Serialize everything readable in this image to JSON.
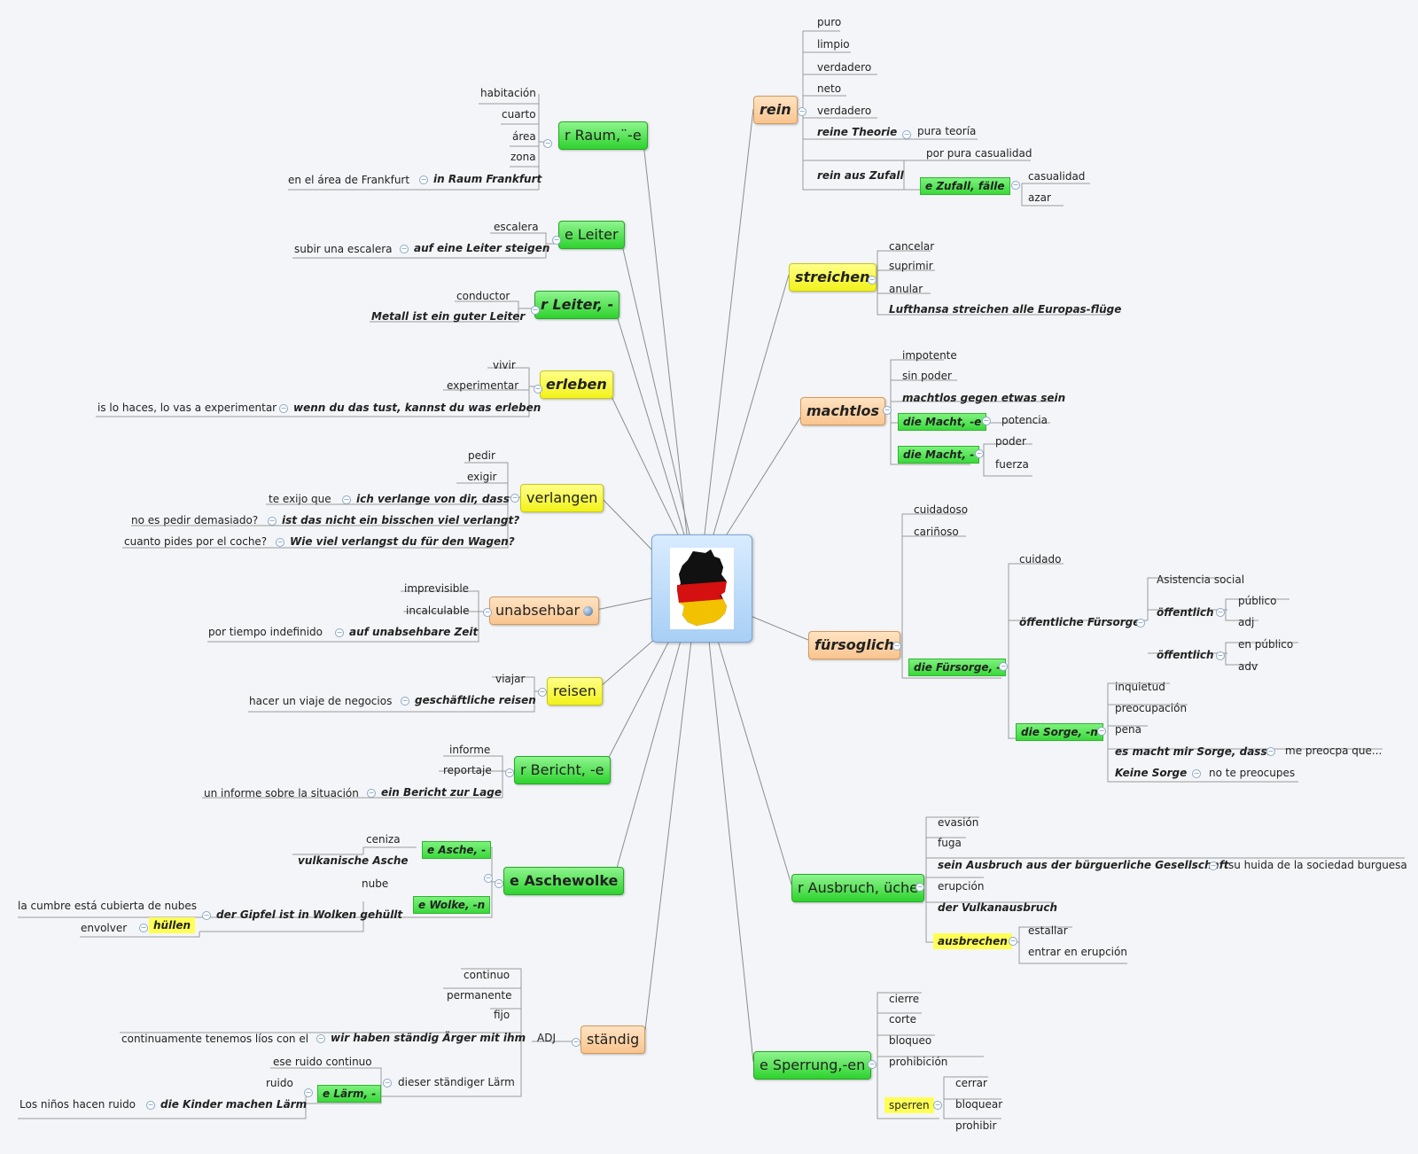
{
  "center": {
    "image": "germany-flag-map-icon"
  },
  "topics": {
    "raum": "r Raum,¨-e",
    "leiter_e": "e Leiter",
    "leiter_r": "r Leiter, -",
    "erleben": "erleben",
    "verlangen": "verlangen",
    "unabsehbar": "unabsehbar",
    "reisen": "reisen",
    "bericht": "r Bericht, -e",
    "aschewolke": "e Aschewolke",
    "staendig": "ständig",
    "rein": "rein",
    "streichen": "streichen",
    "machtlos": "machtlos",
    "fuersoglich": "fürsoglich",
    "ausbruch": "r Ausbruch, üche",
    "sperrung": "e Sperrung,-en"
  },
  "labels": {
    "raum_1": "habitación",
    "raum_2": "cuarto",
    "raum_3": "área",
    "raum_4": "zona",
    "raum_5": "in Raum Frankfurt",
    "raum_5a": "en el área de Frankfurt",
    "leiter_e_1": "escalera",
    "leiter_e_2": "auf eine Leiter steigen",
    "leiter_e_2a": "subir una escalera",
    "leiter_r_1": "conductor",
    "leiter_r_2": "Metall ist ein guter Leiter",
    "erleben_1": "vivir",
    "erleben_2": "experimentar",
    "erleben_3": "wenn du das tust, kannst du was erleben",
    "erleben_3a": "is lo haces, lo vas a experimentar",
    "verlangen_1": "pedir",
    "verlangen_2": "exigir",
    "verlangen_3": "ich verlange von dir, dass",
    "verlangen_3a": "te exijo que",
    "verlangen_4": "ist das nicht ein bisschen viel verlangt?",
    "verlangen_4a": "no es pedir demasiado?",
    "verlangen_5": "Wie viel verlangst du für den Wagen?",
    "verlangen_5a": "cuanto pides por el coche?",
    "unabsehbar_1": "imprevisible",
    "unabsehbar_2": "incalculable",
    "unabsehbar_3": "auf unabsehbare Zeit",
    "unabsehbar_3a": "por tiempo indefinido",
    "reisen_1": "viajar",
    "reisen_2": "geschäftliche reisen",
    "reisen_2a": "hacer un viaje de negocios",
    "bericht_1": "informe",
    "bericht_2": "reportaje",
    "bericht_3": "ein Bericht zur Lage",
    "bericht_3a": "un informe sobre la situación",
    "asche_1": "e Asche, -",
    "asche_1a": "ceniza",
    "asche_1b": "vulkanische Asche",
    "asche_2": "e Wolke, -n",
    "asche_2a": "nube",
    "asche_2b": "der Gipfel ist in Wolken gehüllt",
    "asche_2b1": "la cumbre está cubierta de nubes",
    "asche_2c": "hüllen",
    "asche_2c1": "envolver",
    "staendig_adj": "ADJ",
    "staendig_1": "continuo",
    "staendig_2": "permanente",
    "staendig_3": "fijo",
    "staendig_4": "wir haben ständig Ärger mit ihm",
    "staendig_4a": "continuamente tenemos líos con el",
    "staendig_5": "dieser ständiger Lärm",
    "staendig_5a": "ese ruido continuo",
    "staendig_6": "e Lärm, -",
    "staendig_6a": "ruido",
    "staendig_6b": "die Kinder machen Lärm",
    "staendig_6b1": "Los niños hacen ruido",
    "rein_1": "puro",
    "rein_2": "limpio",
    "rein_3": "verdadero",
    "rein_4": "neto",
    "rein_5": "verdadero",
    "rein_6": "reine Theorie",
    "rein_6a": "pura teoría",
    "rein_7": "rein aus Zufall",
    "rein_7a": "por pura casualidad",
    "rein_7b": "e Zufall, fälle",
    "rein_7b1": "casualidad",
    "rein_7b2": "azar",
    "streichen_1": "cancelar",
    "streichen_2": "suprimir",
    "streichen_3": "anular",
    "streichen_4": "Lufthansa streichen alle Europas-flüge",
    "machtlos_1": "impotente",
    "machtlos_2": "sin poder",
    "machtlos_3": "machtlos gegen etwas sein",
    "machtlos_4": "die Macht, -e",
    "machtlos_4a": "potencia",
    "machtlos_5": "die Macht, -",
    "machtlos_5a": "poder",
    "machtlos_5b": "fuerza",
    "fuer_1": "cuidadoso",
    "fuer_2": "cariñoso",
    "fuer_3": "die Fürsorge, -",
    "fuer_3a": "cuidado",
    "fuer_3b": "öffentliche Fürsorge",
    "fuer_3b1": "Asistencia social",
    "fuer_3b2": "öffentlich",
    "fuer_3b2a": "público",
    "fuer_3b2b": "adj",
    "fuer_3b3": "öffentlich",
    "fuer_3b3a": "en público",
    "fuer_3b3b": "adv",
    "fuer_3c": "die Sorge, -n",
    "fuer_3c1": "inquietud",
    "fuer_3c2": "preocupación",
    "fuer_3c3": "pena",
    "fuer_3c4": "es macht mir Sorge, dass..",
    "fuer_3c4a": "me preocpa que...",
    "fuer_3c5": "Keine Sorge",
    "fuer_3c5a": "no te preocupes",
    "aus_1": "evasión",
    "aus_2": "fuga",
    "aus_3": "sein Ausbruch aus der bürguerliche Gesellschaft",
    "aus_3a": "su huida de la sociedad burguesa",
    "aus_4": "erupción",
    "aus_5": "der Vulkanausbruch",
    "aus_6": "ausbrechen",
    "aus_6a": "estallar",
    "aus_6b": "entrar en erupción",
    "sperr_1": "cierre",
    "sperr_2": "corte",
    "sperr_3": "bloqueo",
    "sperr_4": "prohibición",
    "sperr_5": "sperren",
    "sperr_5a": "cerrar",
    "sperr_5b": "bloquear",
    "sperr_5c": "prohibir"
  }
}
